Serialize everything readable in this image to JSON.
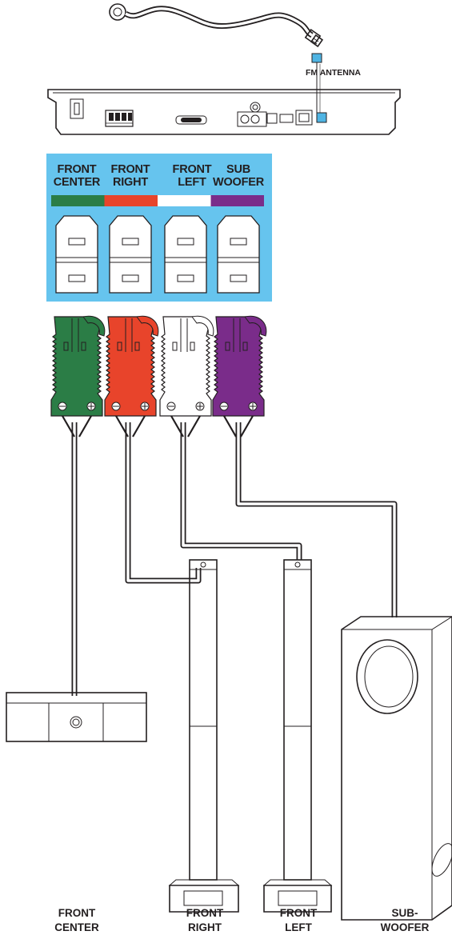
{
  "antenna": {
    "label": "FM ANTENNA",
    "port_color": "#4fb4e3"
  },
  "panel": {
    "background": "#66c4ee",
    "channels": [
      {
        "line1": "FRONT",
        "line2": "CENTER",
        "color": "#2b7d46"
      },
      {
        "line1": "FRONT",
        "line2": "RIGHT",
        "color": "#e8442b"
      },
      {
        "line1": "FRONT",
        "line2": "LEFT",
        "color": "#ffffff"
      },
      {
        "line1": "SUB",
        "line2": "WOOFER",
        "color": "#7a2c8a"
      }
    ]
  },
  "plug_colors": [
    "#2b7d46",
    "#e8442b",
    "#ffffff",
    "#7a2c8a"
  ],
  "speakers": [
    {
      "line1": "FRONT",
      "line2": "CENTER"
    },
    {
      "line1": "FRONT",
      "line2": "RIGHT"
    },
    {
      "line1": "FRONT",
      "line2": "LEFT"
    },
    {
      "line1": "SUB-",
      "line2": "WOOFER"
    }
  ]
}
